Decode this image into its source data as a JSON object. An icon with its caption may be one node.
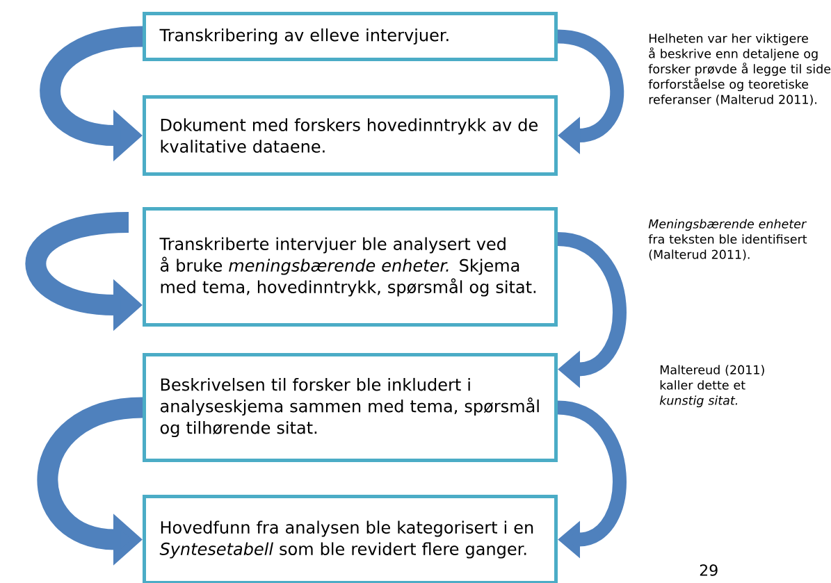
{
  "diagram": {
    "nodes": [
      {
        "text": [
          "Transkribering av elleve intervjuer."
        ]
      },
      {
        "text": [
          "Dokument med forskers hovedinntrykk av de kvalitative dataene."
        ]
      },
      {
        "text": [
          "Transkriberte intervjuer ble analysert ved å bruke *meningsbærende enheter.* Skjema med tema, hovedinntrykk, spørsmål og sitat."
        ]
      },
      {
        "text": [
          "Beskrivelsen til forsker ble inkludert i analyseskjema sammen med tema, spørsmål og tilhørende sitat."
        ]
      },
      {
        "text": [
          "Hovedfunn fra analysen ble kategorisert i en *Syntesetabell* som ble revidert flere ganger."
        ]
      }
    ],
    "edges": [
      {
        "from": 0,
        "to": 1,
        "arrow": "to"
      },
      {
        "from": null,
        "to": 2,
        "arrow": "to"
      },
      {
        "from": 3,
        "to": 4,
        "arrow": "to"
      },
      {
        "from": 0,
        "to": 1,
        "arrow": "to"
      },
      {
        "from": 2,
        "to": 3,
        "arrow": "to"
      },
      {
        "from": 3,
        "to": 4,
        "arrow": "to"
      }
    ],
    "labels": [
      "Helheten var her viktigere å beskrive enn detaljene og forsker prøvde å legge til side forforståelse og teoretiske referanser (Malterud 2011).",
      "*Meningsbærende enheter* fra teksten ble identifisert (Malterud 2011).",
      "Maltereud (2011) kaller dette et *kunstig sitat.*",
      "29"
    ]
  }
}
